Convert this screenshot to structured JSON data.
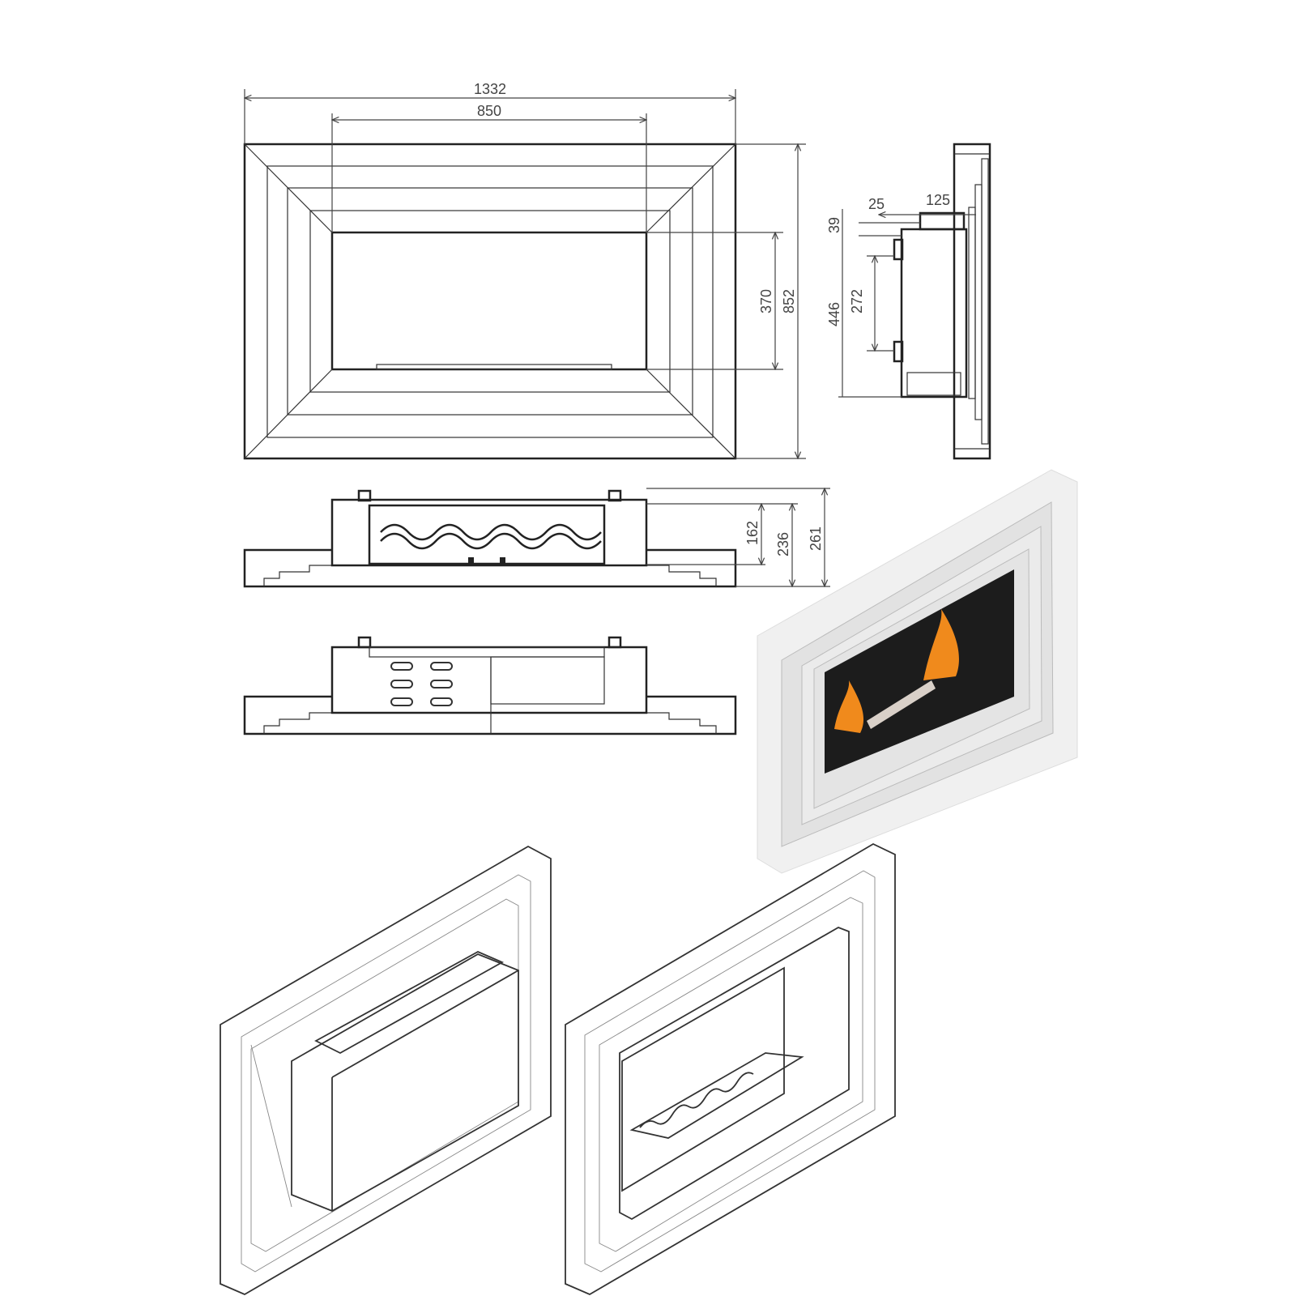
{
  "title": "Wall-mounted bio fireplace technical drawing",
  "front_view": {
    "width_outer": "1332",
    "width_opening": "850",
    "height_outer": "852",
    "height_opening": "370"
  },
  "side_view": {
    "offset_a": "25",
    "depth": "125",
    "top_offset": "39",
    "box_height": "446",
    "bracket_spacing": "272"
  },
  "top_view": {
    "burner_height": "162",
    "box_depth": "236",
    "total_depth": "261"
  },
  "colors": {
    "line": "#222222",
    "dimension": "#444444",
    "frame_photo": "#e6e6e6",
    "firebox": "#1c1c1c",
    "flame": "#f08a1c"
  }
}
